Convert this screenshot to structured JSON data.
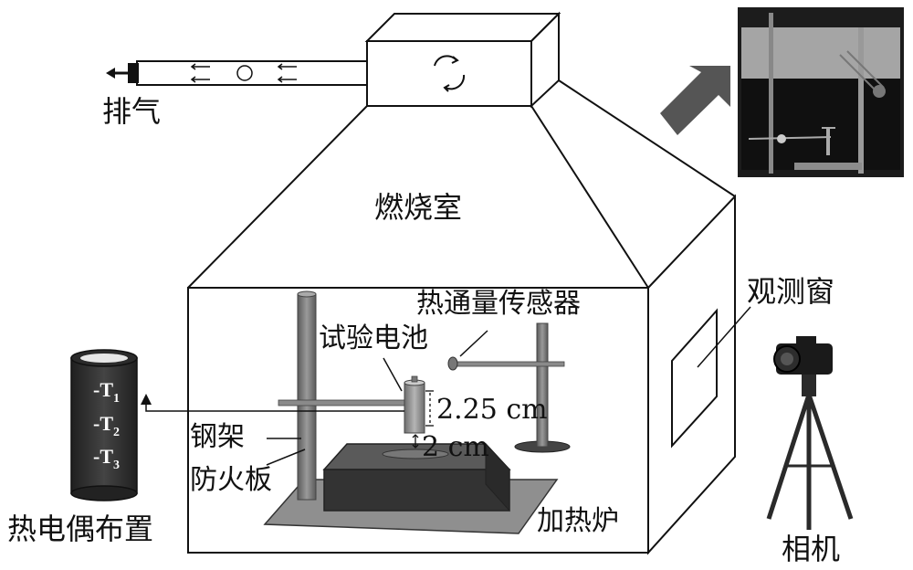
{
  "labels": {
    "exhaust": "排气",
    "combustion_chamber": "燃烧室",
    "heat_flux_sensor": "热通量传感器",
    "test_battery": "试验电池",
    "steel_frame": "钢架",
    "fireproof_board": "防火板",
    "heating_furnace": "加热炉",
    "observation_window": "观测窗",
    "camera": "相机",
    "thermocouple_layout": "热电偶布置"
  },
  "dimensions": {
    "battery_to_sensor": "2.25 cm",
    "battery_to_furnace": "2 cm"
  },
  "thermocouples": [
    {
      "main": "-T",
      "sub": "1"
    },
    {
      "main": "-T",
      "sub": "2"
    },
    {
      "main": "-T",
      "sub": "3"
    }
  ],
  "colors": {
    "line": "#111111",
    "steel": "#777777",
    "furnace": "#3a3a3a",
    "board": "#8f8f8f",
    "thermocouple": "#2b2b2b",
    "photo_bg": "#1c1c1c"
  }
}
